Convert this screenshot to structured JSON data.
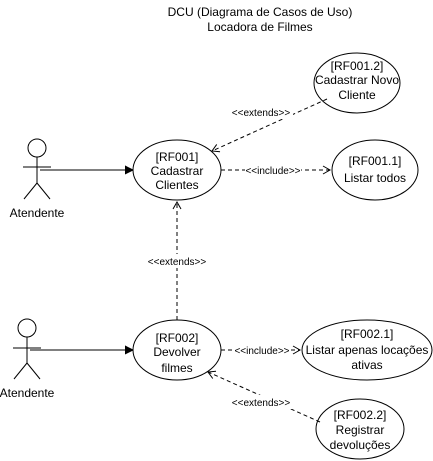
{
  "title": {
    "line1": "DCU (Diagrama de Casos de Uso)",
    "line2": "Locadora de Filmes"
  },
  "actors": [
    {
      "id": "actor-1",
      "label": "Atendente"
    },
    {
      "id": "actor-2",
      "label": "Atendente"
    }
  ],
  "use_cases": {
    "rf001": {
      "lines": [
        "[RF001]",
        "Cadastrar",
        "Clientes"
      ]
    },
    "rf001_2": {
      "lines": [
        "[RF001.2]",
        "Cadastrar Novo",
        "Cliente"
      ]
    },
    "rf001_1": {
      "lines": [
        "[RF001.1]",
        "Listar todos"
      ]
    },
    "rf002": {
      "lines": [
        "[RF002]",
        "Devolver",
        "filmes"
      ]
    },
    "rf002_1": {
      "lines": [
        "[RF002.1]",
        "Listar apenas locações",
        "ativas"
      ]
    },
    "rf002_2": {
      "lines": [
        "[RF002.2]",
        "Registrar",
        "devoluções"
      ]
    }
  },
  "relations": {
    "extends_rf001_2": "<<extends>>",
    "include_rf001_1": "<<include>>",
    "extends_rf002_rf001": "<<extends>>",
    "include_rf002_1": "<<include>>",
    "extends_rf002_2": "<<extends>>"
  },
  "colors": {
    "stroke": "#000000",
    "background": "#ffffff"
  }
}
